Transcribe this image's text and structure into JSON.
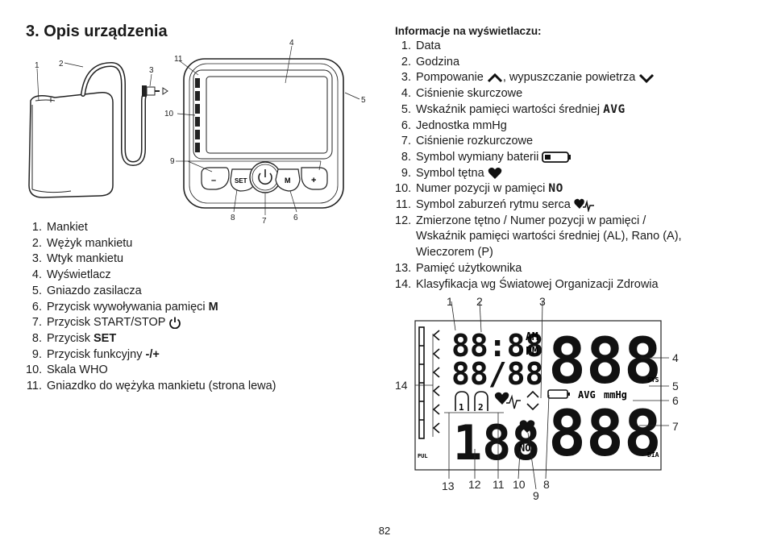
{
  "title": "3. Opis urządzenia",
  "device_callouts": [
    "1",
    "2",
    "3",
    "4",
    "5",
    "6",
    "7",
    "8",
    "9",
    "10",
    "11"
  ],
  "device_buttons": {
    "minus": "–",
    "set": "SET",
    "m": "M",
    "plus": "+"
  },
  "left_list": [
    {
      "n": "1.",
      "text": "Mankiet"
    },
    {
      "n": "2.",
      "text": "Wężyk mankietu"
    },
    {
      "n": "3.",
      "text": "Wtyk mankietu"
    },
    {
      "n": "4.",
      "text": "Wyświetlacz"
    },
    {
      "n": "5.",
      "text": "Gniazdo zasilacza"
    },
    {
      "n": "6.",
      "text": "Przycisk wywoływania pamięci ",
      "bold": "M"
    },
    {
      "n": "7.",
      "text": "Przycisk START/STOP "
    },
    {
      "n": "8.",
      "text": "Przycisk ",
      "bold": "SET"
    },
    {
      "n": "9.",
      "text": "Przycisk funkcyjny ",
      "bold": "-/+"
    },
    {
      "n": "10.",
      "text": "Skala WHO"
    },
    {
      "n": "11.",
      "text": "Gniazdko do wężyka mankietu (strona lewa)"
    }
  ],
  "right_heading": "Informacje na wyświetlaczu:",
  "right_list": [
    {
      "n": "1.",
      "text": "Data"
    },
    {
      "n": "2.",
      "text": "Godzina"
    },
    {
      "n": "3.",
      "text": "Pompowanie ",
      "text2": ", wypuszczanie powietrza "
    },
    {
      "n": "4.",
      "text": "Ciśnienie skurczowe"
    },
    {
      "n": "5.",
      "text": "Wskaźnik pamięci wartości średniej ",
      "sym": "AVG"
    },
    {
      "n": "6.",
      "text": "Jednostka mmHg"
    },
    {
      "n": "7.",
      "text": "Ciśnienie rozkurczowe"
    },
    {
      "n": "8.",
      "text": "Symbol wymiany baterii "
    },
    {
      "n": "9.",
      "text": "Symbol tętna "
    },
    {
      "n": "10.",
      "text": "Numer pozycji w pamięci ",
      "sym": "NO"
    },
    {
      "n": "11.",
      "text": "Symbol zaburzeń rytmu serca "
    },
    {
      "n": "12.",
      "text": "Zmierzone tętno / Numer pozycji w pamięci /",
      "cont": [
        "Wskaźnik pamięci wartości średniej (AL), Rano (A),",
        "Wieczorem (P)"
      ]
    },
    {
      "n": "13.",
      "text": "Pamięć użytkownika"
    },
    {
      "n": "14.",
      "text": "Klasyfikacja wg Światowej Organizacji Zdrowia"
    }
  ],
  "lcd": {
    "date": "88:88",
    "time": "88/88",
    "am": "AM",
    "pm": "PM",
    "sys": "888",
    "dia": "888",
    "pulse": "188",
    "avg": "AVG",
    "unit": "mmHg",
    "no": "NO",
    "sys_label": "SYS",
    "dia_label": "DIA",
    "pul_label": "PUL",
    "user1": "1",
    "user2": "2",
    "callouts_top": [
      "1",
      "2",
      "3"
    ],
    "callouts_right": [
      "4",
      "5",
      "6",
      "7"
    ],
    "callouts_left": [
      "14"
    ],
    "callouts_bottom": [
      "13",
      "12",
      "11",
      "10",
      "9",
      "8"
    ]
  },
  "page_number": "82"
}
